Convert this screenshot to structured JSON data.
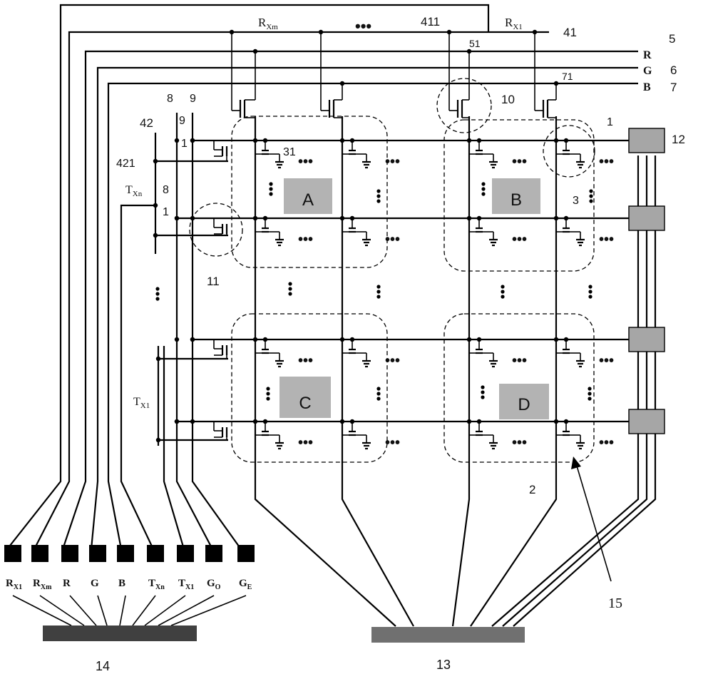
{
  "colors": {
    "wire": "#000000",
    "block_fill": "#b3b3b3",
    "pad_fill": "#000000",
    "bar14_fill": "#404040",
    "bar13_fill": "#707070",
    "connector_fill": "#a6a6a6"
  },
  "labels": {
    "rxm_base": "R",
    "rxm_sub": "Xm",
    "rx1_base": "R",
    "rx1_sub": "X1",
    "txn_base": "T",
    "txn_sub": "Xn",
    "tx1_base": "T",
    "tx1_sub": "X1",
    "dots_top": "•••",
    "n411": "411",
    "n41": "41",
    "n51": "51",
    "n71": "71",
    "n5": "5",
    "n6": "6",
    "n7": "7",
    "line_r": "R",
    "line_g": "G",
    "line_b": "B",
    "n10": "10",
    "n1_right": "1",
    "n12": "12",
    "n31": "31",
    "n3": "3",
    "n42": "42",
    "n421": "421",
    "n8_top": "8",
    "n9_top": "9",
    "n9_mid": "9",
    "n8_mid": "8",
    "n1_a": "1",
    "n1_b": "1",
    "n11": "11",
    "n2": "2",
    "n15": "15",
    "n13": "13",
    "n14": "14",
    "block_a": "A",
    "block_b": "B",
    "block_c": "C",
    "block_d": "D"
  },
  "pads": [
    {
      "base": "R",
      "sub": "X1"
    },
    {
      "base": "R",
      "sub": "Xm"
    },
    {
      "base": "R",
      "sub": ""
    },
    {
      "base": "G",
      "sub": ""
    },
    {
      "base": "B",
      "sub": ""
    },
    {
      "base": "T",
      "sub": "Xn"
    },
    {
      "base": "T",
      "sub": "X1"
    },
    {
      "base": "G",
      "sub": "O"
    },
    {
      "base": "G",
      "sub": "E"
    }
  ]
}
